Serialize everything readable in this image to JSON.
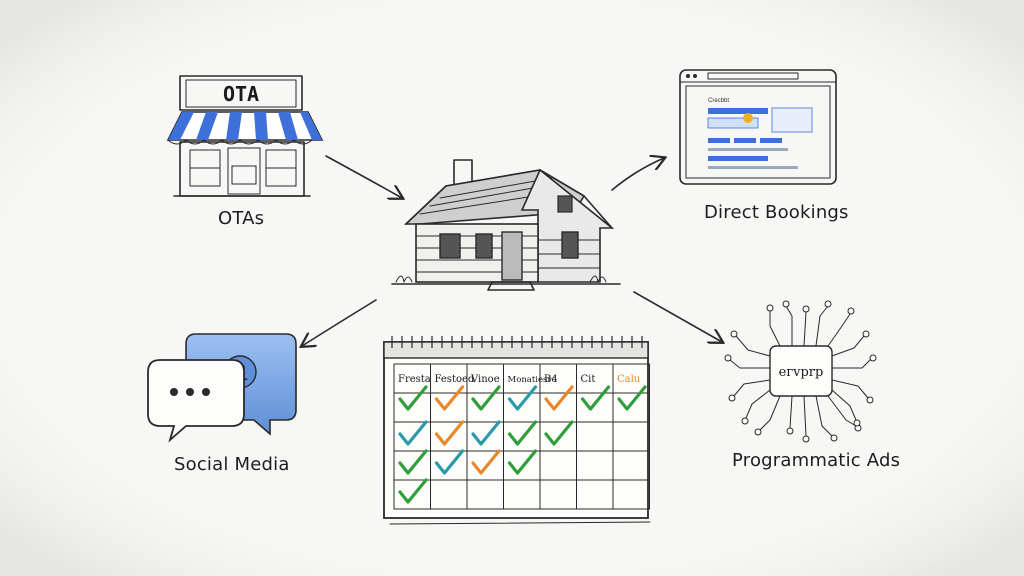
{
  "nodes": {
    "otas": {
      "label": "OTAs",
      "sign": "OTA"
    },
    "direct": {
      "label": "Direct Bookings",
      "screen_title": "Crecbbt"
    },
    "social": {
      "label": "Social Media"
    },
    "programmatic": {
      "label": "Programmatic Ads",
      "chip_text": "eгvрrр"
    }
  },
  "calendar": {
    "headers": [
      "Fresta",
      "Festoed",
      "Vinoe",
      "Monatiesre",
      "B4",
      "Cit",
      "Calu"
    ],
    "checks": [
      [
        "green",
        "orange",
        "green",
        "teal",
        "orange",
        "green",
        "green"
      ],
      [
        "teal",
        "orange",
        "teal",
        "green",
        "green",
        "",
        ""
      ],
      [
        "green",
        "teal",
        "orange",
        "green",
        "",
        "",
        ""
      ],
      [
        "green",
        "",
        "",
        "",
        "",
        "",
        ""
      ]
    ]
  },
  "colors": {
    "awning_blue": "#3f6fd8",
    "chat_blue": "#7fa8e8",
    "check_green": "#2f9e3a",
    "check_orange": "#e8882a",
    "check_teal": "#2a9aa8"
  }
}
